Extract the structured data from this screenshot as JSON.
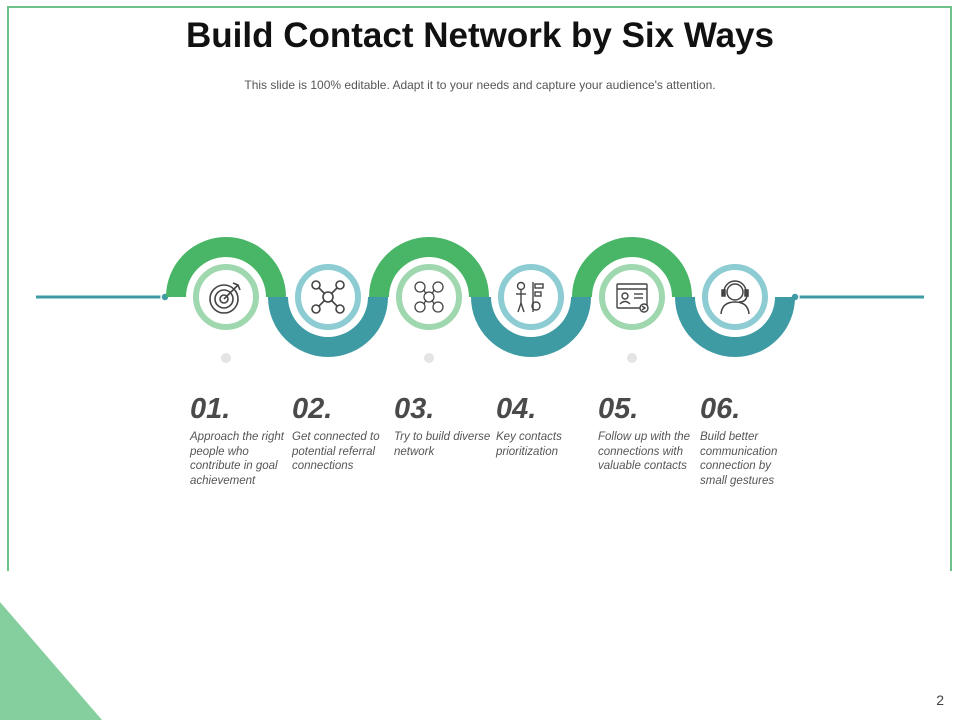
{
  "slide": {
    "title": "Build Contact Network by Six Ways",
    "subtitle": "This slide is 100% editable. Adapt it to your needs and capture your audience's attention.",
    "page_number": "2"
  },
  "colors": {
    "green": "#49b567",
    "teal": "#3e9aa3",
    "light_green": "#9fd7ae",
    "light_teal": "#8cccd2",
    "frame": "#6cc28a",
    "corner": "#85cf9f"
  },
  "steps": [
    {
      "number": "01.",
      "text": "Approach the right people who contribute in goal achievement",
      "icon": "target-icon"
    },
    {
      "number": "02.",
      "text": "Get connected to potential referral connections",
      "icon": "network-hub-icon"
    },
    {
      "number": "03.",
      "text": "Try to build diverse network",
      "icon": "people-network-icon"
    },
    {
      "number": "04.",
      "text": "Key contacts prioritization",
      "icon": "priority-chart-icon"
    },
    {
      "number": "05.",
      "text": "Follow up with the connections with valuable contacts",
      "icon": "contact-window-icon"
    },
    {
      "number": "06.",
      "text": "Build better communication connection by small gestures",
      "icon": "headset-person-icon"
    }
  ]
}
